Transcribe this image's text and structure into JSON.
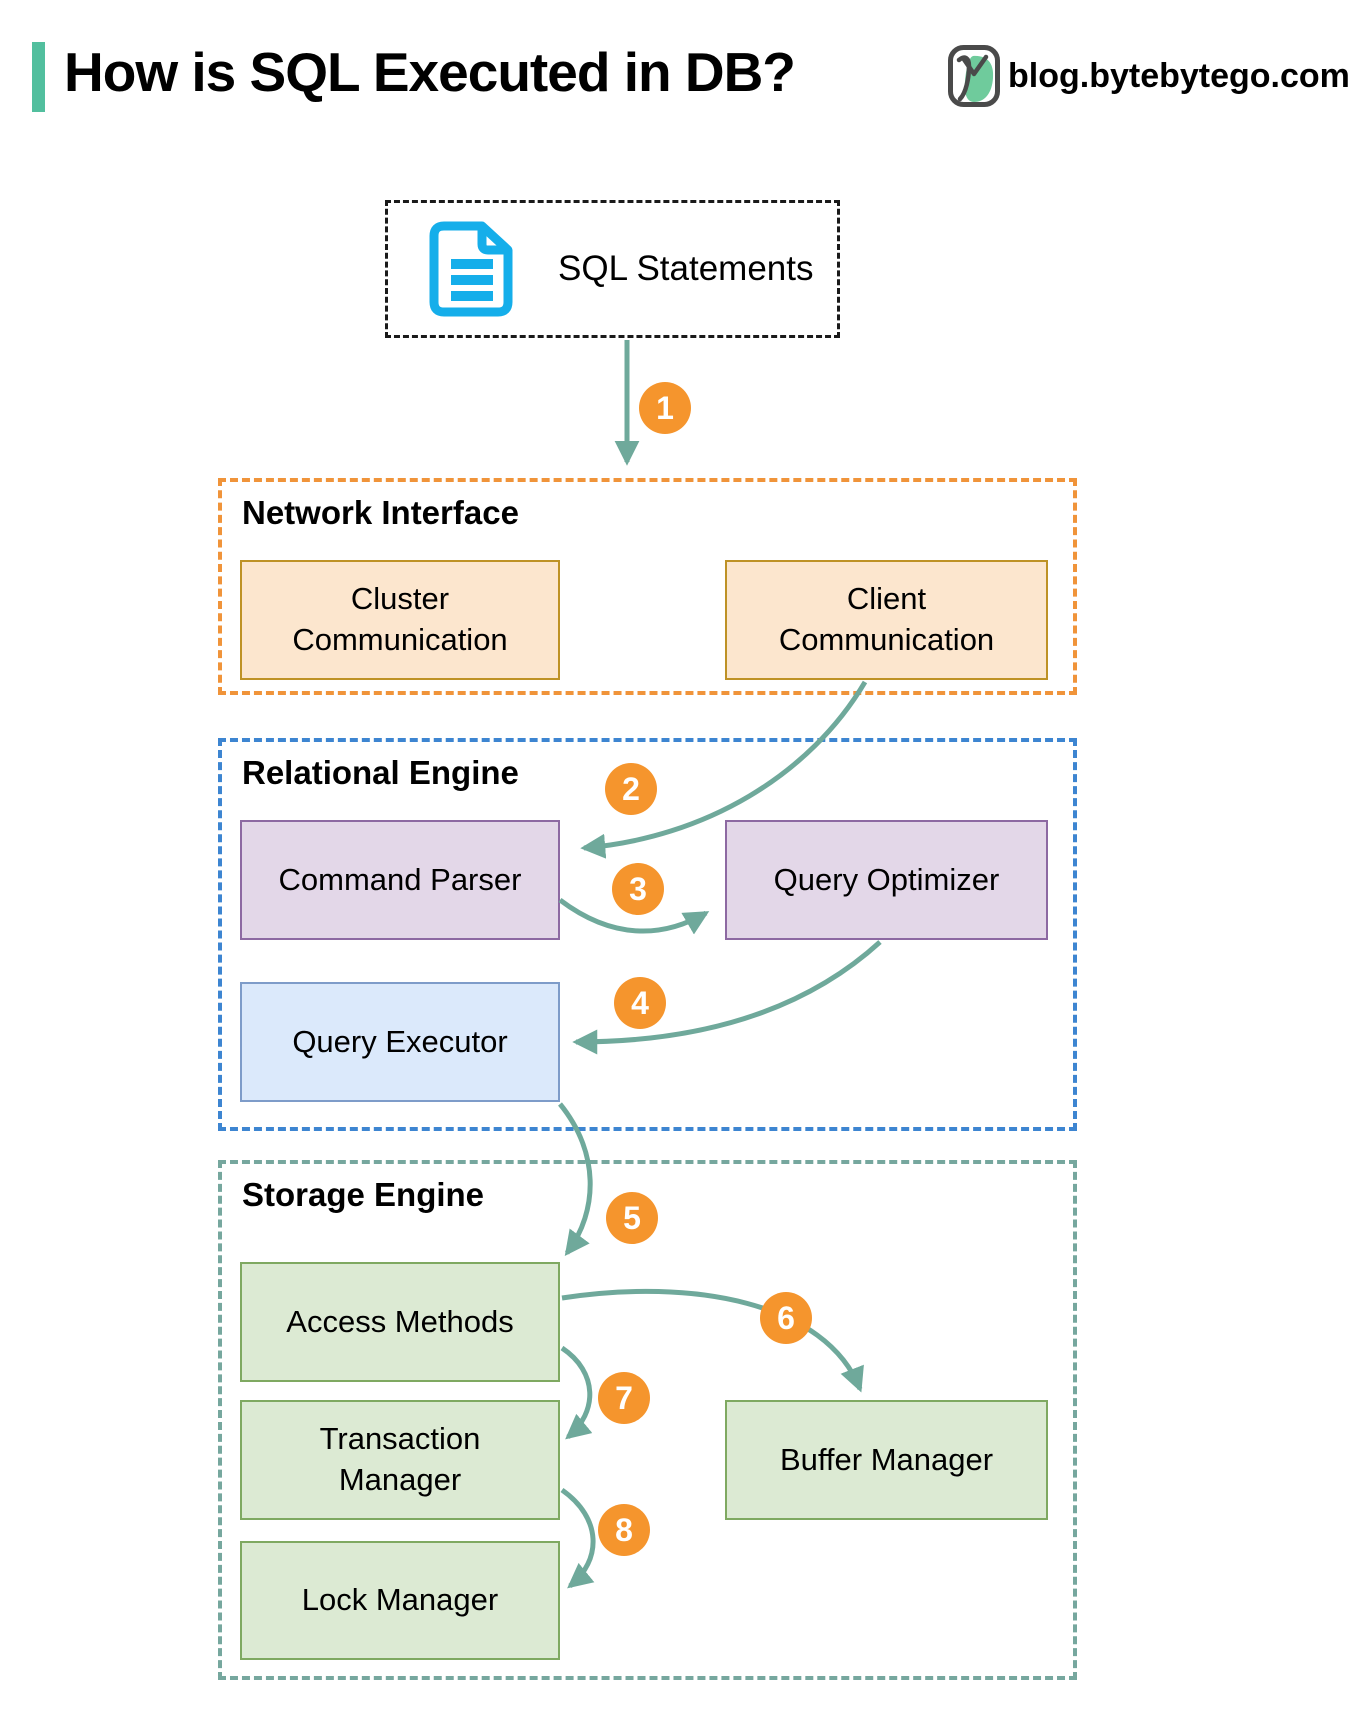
{
  "header": {
    "title": "How is SQL Executed in DB?",
    "site": "blog.bytebytego.com"
  },
  "source": {
    "label": "SQL Statements"
  },
  "sections": {
    "network": {
      "title": "Network Interface",
      "boxes": {
        "cluster": [
          "Cluster",
          "Communication"
        ],
        "client": [
          "Client",
          "Communication"
        ]
      }
    },
    "relational": {
      "title": "Relational Engine",
      "boxes": {
        "command_parser": "Command Parser",
        "query_optimizer": "Query Optimizer",
        "query_executor": "Query Executor"
      }
    },
    "storage": {
      "title": "Storage Engine",
      "boxes": {
        "access_methods": "Access Methods",
        "transaction_manager": [
          "Transaction",
          "Manager"
        ],
        "lock_manager": "Lock Manager",
        "buffer_manager": "Buffer Manager"
      }
    }
  },
  "steps": [
    "1",
    "2",
    "3",
    "4",
    "5",
    "6",
    "7",
    "8"
  ],
  "icons": {
    "document": "document-icon",
    "logo": "bytebytego-bird-logo"
  },
  "colors": {
    "accent": "#52BF9E",
    "arrow": "#6FA99B",
    "badge": "#F5952D",
    "network_border": "#F0943A",
    "network_box_fill": "#FCE6CE",
    "network_box_border": "#BE9226",
    "relational_border": "#3D85D1",
    "purple_fill": "#E3D7E8",
    "purple_border": "#8D69A2",
    "blue_fill": "#DBE9FB",
    "blue_border": "#7E9CC9",
    "storage_border": "#76A79E",
    "green_fill": "#DCEAD3",
    "green_border": "#7FA961",
    "doc_icon": "#15AEEA"
  }
}
